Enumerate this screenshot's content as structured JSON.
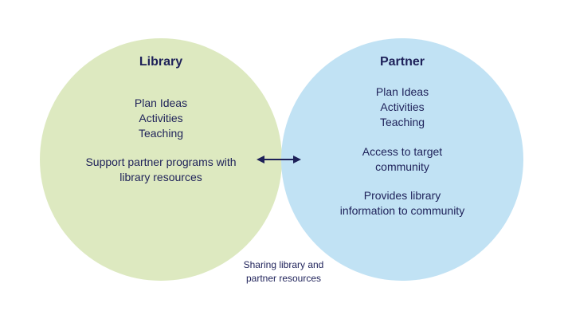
{
  "library": {
    "title": "Library",
    "items": [
      "Plan Ideas",
      "Activities",
      "Teaching"
    ],
    "support": [
      "Support partner programs with",
      "library resources"
    ]
  },
  "partner": {
    "title": "Partner",
    "items": [
      "Plan Ideas",
      "Activities",
      "Teaching"
    ],
    "access": [
      "Access to target",
      "community"
    ],
    "provides": [
      "Provides library",
      "information to community"
    ]
  },
  "shared": [
    "Sharing library and",
    "partner resources"
  ],
  "colors": {
    "library_circle": "#dde9c0",
    "partner_circle": "#c1e2f4",
    "text": "#1e2159",
    "arrow": "#1e2159"
  },
  "icons": {
    "exchange": "double-headed-arrow-icon"
  }
}
